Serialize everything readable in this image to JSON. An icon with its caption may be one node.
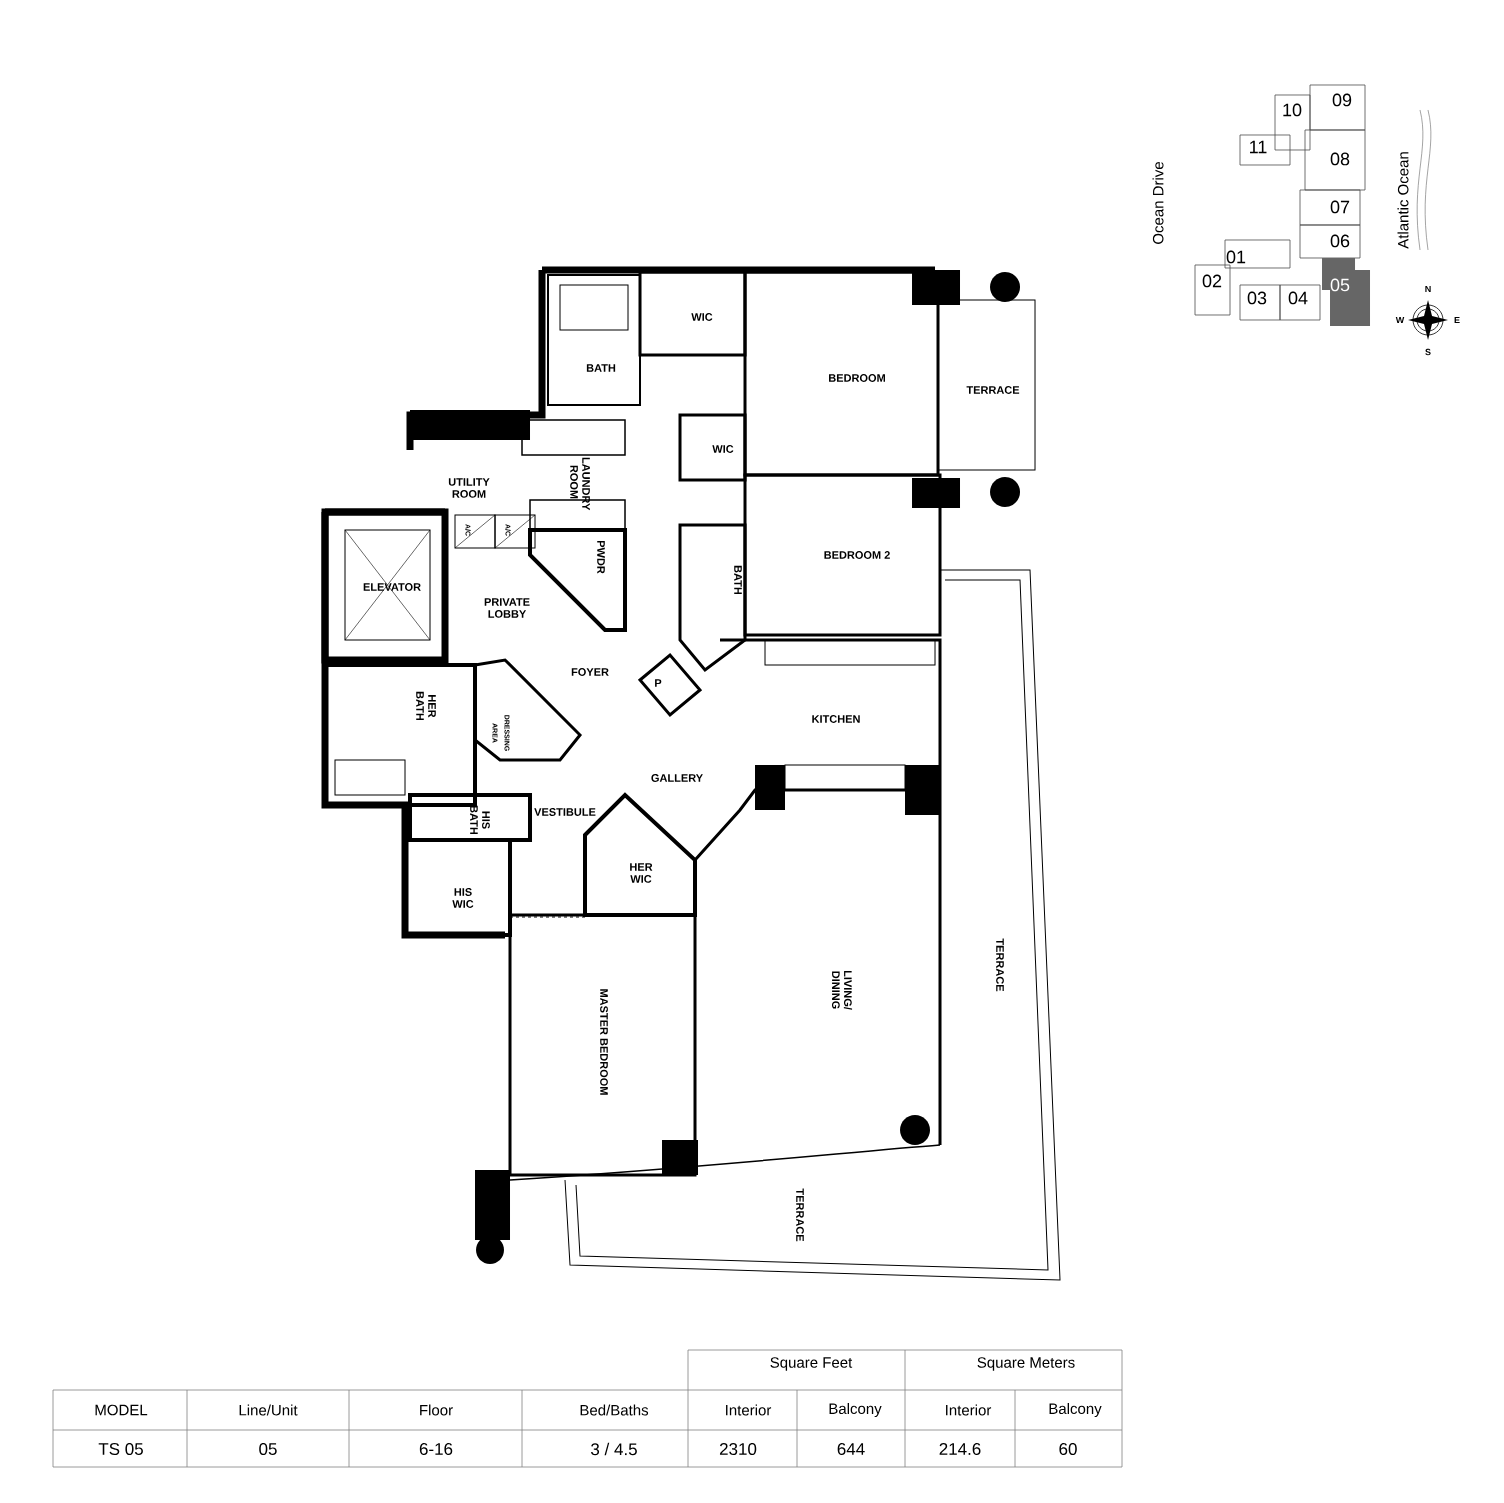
{
  "diagram": {
    "labels": [
      "10",
      "09",
      "11",
      "08",
      "Ocean Drive",
      "07",
      "Atlantic Ocean",
      "06",
      "01",
      "02",
      "03",
      "04",
      "05",
      "N",
      "W",
      "E",
      "S",
      "WIC",
      "BATH",
      "BEDROOM",
      "TERRACE",
      "WIC",
      "UTILITY ROOM",
      "LAUNDRY ROOM",
      "A/C",
      "A/C",
      "PWDR",
      "BEDROOM 2",
      "BATH",
      "ELEVATOR",
      "PRIVATE LOBBY",
      "FOYER",
      "P",
      "HER BATH",
      "DRESSING AREA",
      "KITCHEN",
      "GALLERY",
      "HIS BATH",
      "VESTIBULE",
      "HER WIC",
      "HIS WIC",
      "LIVING/ DINING",
      "TERRACE",
      "MASTER BEDROOM",
      "TERRACE",
      "Square Feet",
      "Square Meters",
      "MODEL",
      "Line/Unit",
      "Floor",
      "Bed/Baths",
      "Interior",
      "Balcony",
      "Interior",
      "Balcony",
      "TS 05",
      "05",
      "6-16",
      "3 / 4.5",
      "2310",
      "644",
      "214.6",
      "60"
    ]
  }
}
